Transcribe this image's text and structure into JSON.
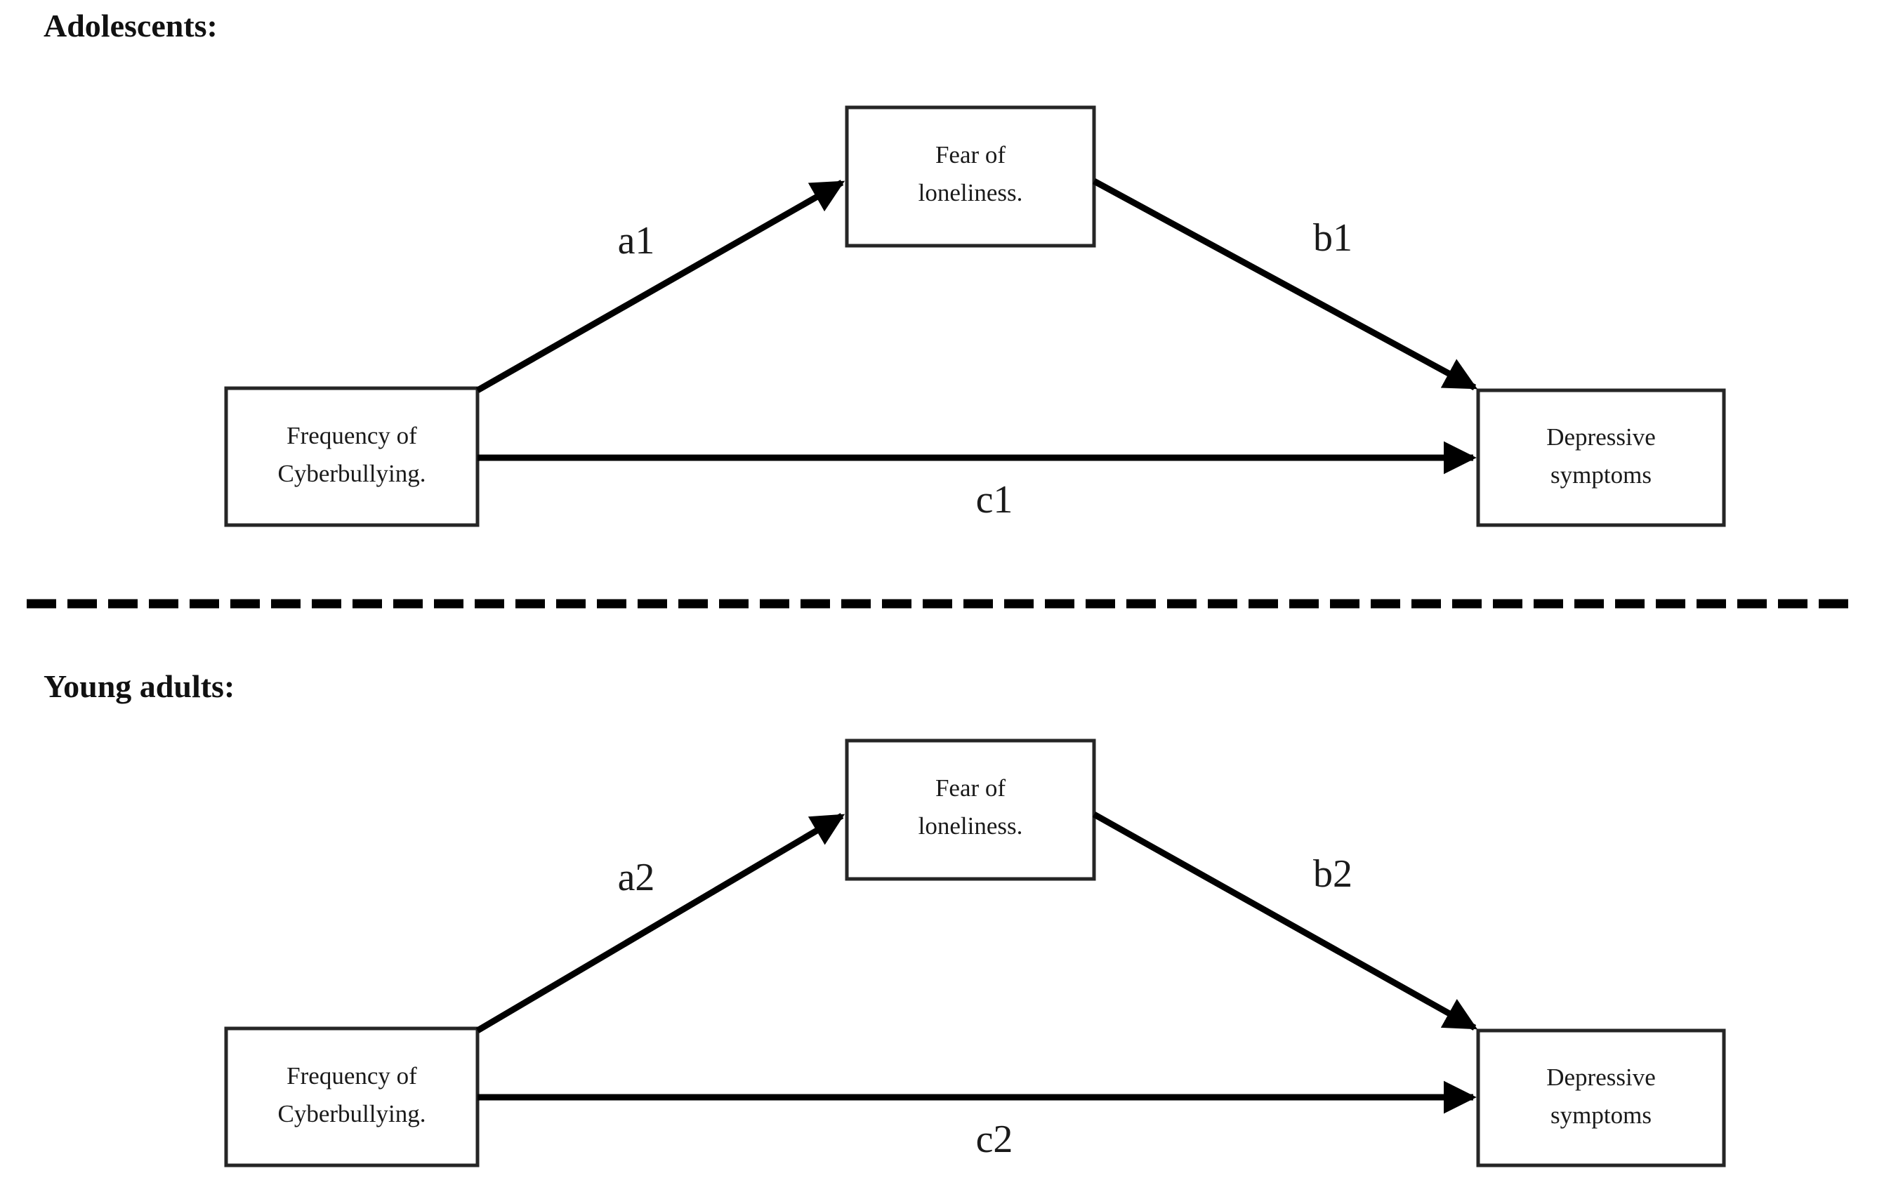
{
  "figure": {
    "type": "mediation-model-diagram",
    "background_color": "#ffffff",
    "line_color": "#000000",
    "box_border_color": "#262626",
    "text_color": "#1a1a1a"
  },
  "panels": [
    {
      "id": "adolescents",
      "title": "Adolescents:",
      "nodes": {
        "predictor": "Frequency of Cyberbullying.",
        "predictor_line1": "Frequency of",
        "predictor_line2": "Cyberbullying.",
        "mediator": "Fear of loneliness.",
        "mediator_line1": "Fear of",
        "mediator_line2": "loneliness.",
        "outcome": "Depressive symptoms",
        "outcome_line1": "Depressive",
        "outcome_line2": "symptoms"
      },
      "paths": {
        "a": "a1",
        "b": "b1",
        "c": "c1"
      }
    },
    {
      "id": "young-adults",
      "title": "Young adults:",
      "nodes": {
        "predictor": "Frequency of Cyberbullying.",
        "predictor_line1": "Frequency of",
        "predictor_line2": "Cyberbullying.",
        "mediator": "Fear of loneliness.",
        "mediator_line1": "Fear of",
        "mediator_line2": "loneliness.",
        "outcome": "Depressive symptoms",
        "outcome_line1": "Depressive",
        "outcome_line2": "symptoms"
      },
      "paths": {
        "a": "a2",
        "b": "b2",
        "c": "c2"
      }
    }
  ],
  "divider": {
    "style": "dashed-horizontal-rule"
  }
}
